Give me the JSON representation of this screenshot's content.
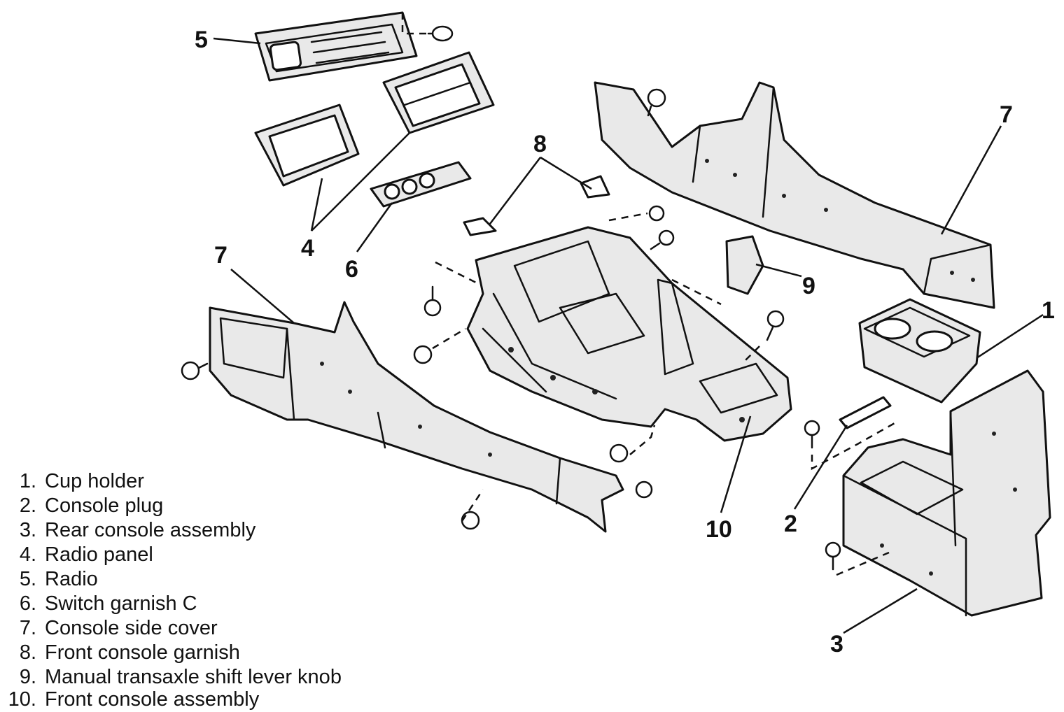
{
  "callouts": {
    "c1": "1",
    "c2": "2",
    "c3": "3",
    "c4": "4",
    "c5": "5",
    "c6": "6",
    "c7_left": "7",
    "c7_right": "7",
    "c8": "8",
    "c9": "9",
    "c10": "10"
  },
  "legend": [
    {
      "num": "1.",
      "label": "Cup holder"
    },
    {
      "num": "2.",
      "label": "Console plug"
    },
    {
      "num": "3.",
      "label": "Rear console assembly"
    },
    {
      "num": "4.",
      "label": "Radio panel"
    },
    {
      "num": "5.",
      "label": "Radio"
    },
    {
      "num": "6.",
      "label": "Switch garnish C"
    },
    {
      "num": "7.",
      "label": "Console side cover"
    },
    {
      "num": "8.",
      "label": "Front console garnish"
    },
    {
      "num": "9.",
      "label": "Manual transaxle shift lever knob"
    },
    {
      "num": "10.",
      "label": "Front console assembly"
    }
  ],
  "colors": {
    "ink": "#111111",
    "paper": "#ffffff",
    "shade": "#e9e9e9"
  }
}
